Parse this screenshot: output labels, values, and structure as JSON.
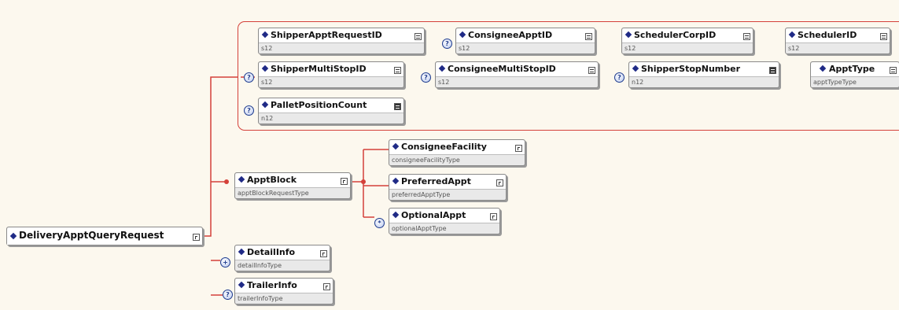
{
  "root": {
    "name": "DeliveryApptQueryRequest"
  },
  "group_items": [
    {
      "id": "shipper-appt-request-id",
      "name": "ShipperApptRequestID",
      "type": "s12",
      "optional": false
    },
    {
      "id": "consignee-appt-id",
      "name": "ConsigneeApptID",
      "type": "s12",
      "optional": true
    },
    {
      "id": "scheduler-corp-id",
      "name": "SchedulerCorpID",
      "type": "s12",
      "optional": false
    },
    {
      "id": "scheduler-id",
      "name": "SchedulerID",
      "type": "s12",
      "optional": false
    },
    {
      "id": "shipper-multi-stop-id",
      "name": "ShipperMultiStopID",
      "type": "s12",
      "optional": true
    },
    {
      "id": "consignee-multi-stop-id",
      "name": "ConsigneeMultiStopID",
      "type": "s12",
      "optional": true
    },
    {
      "id": "shipper-stop-number",
      "name": "ShipperStopNumber",
      "type": "n12",
      "optional": true
    },
    {
      "id": "appt-type",
      "name": "ApptType",
      "type": "apptTypeType",
      "optional": false
    },
    {
      "id": "pallet-position-count",
      "name": "PalletPositionCount",
      "type": "n12",
      "optional": true
    }
  ],
  "appt_block": {
    "name": "ApptBlock",
    "type": "apptBlockRequestType"
  },
  "appt_children": [
    {
      "id": "consignee-facility",
      "name": "ConsigneeFacility",
      "type": "consigneeFacilityType"
    },
    {
      "id": "preferred-appt",
      "name": "PreferredAppt",
      "type": "preferredApptType"
    },
    {
      "id": "optional-appt",
      "name": "OptionalAppt",
      "type": "optionalApptType"
    }
  ],
  "detail_info": {
    "name": "DetailInfo",
    "type": "detailInfoType"
  },
  "trailer_info": {
    "name": "TrailerInfo",
    "type": "trailerInfoType"
  },
  "badges": {
    "optional": "?",
    "repeat": "*",
    "required_many": "+"
  },
  "colors": {
    "connector": "#d4413a",
    "background": "#fcf8ee",
    "diamond": "#1f2a86"
  }
}
